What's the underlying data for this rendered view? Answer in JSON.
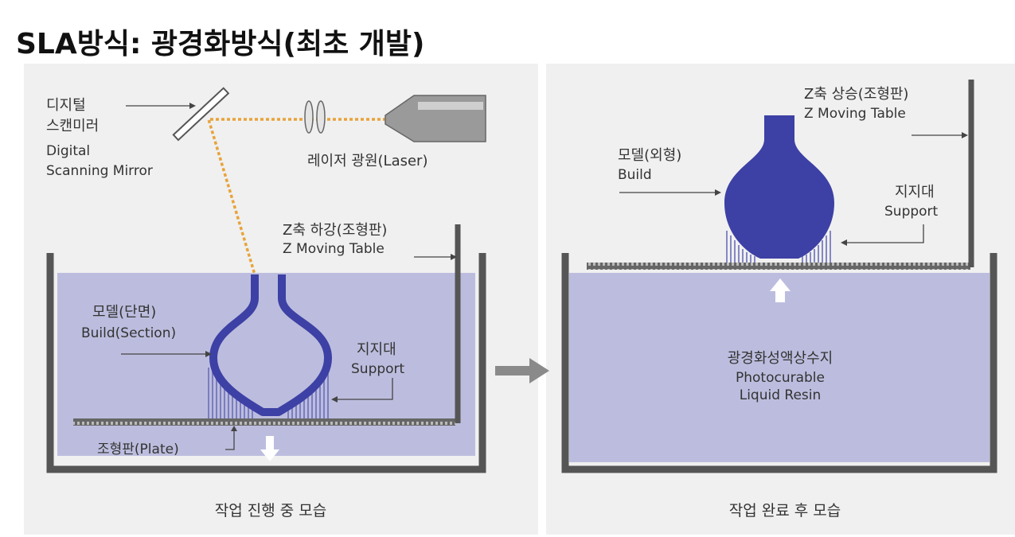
{
  "title": "SLA방식: 광경화방식(최초 개발)",
  "colors": {
    "resin": "#bcbdde",
    "build": "#3d40a4",
    "support": "#6a6db8",
    "tank": "#555555",
    "laser_beam": "#e8a33a",
    "panel_bg": "#f0f0f0",
    "arrow": "#8a8a8a"
  },
  "left_stage": {
    "mirror": {
      "ko_line1": "디지털",
      "ko_line2": "스캔미러",
      "en_line1": "Digital",
      "en_line2": "Scanning Mirror"
    },
    "laser": {
      "label": "레이저 광원(Laser)"
    },
    "z_table": {
      "ko": "Z축 하강(조형판)",
      "en": "Z Moving Table"
    },
    "build": {
      "ko": "모델(단면)",
      "en": "Build(Section)"
    },
    "support": {
      "ko": "지지대",
      "en": "Support"
    },
    "plate": {
      "ko": "조형판(Plate)"
    },
    "caption": "작업 진행 중 모습"
  },
  "right_stage": {
    "z_table": {
      "ko": "Z축 상승(조형판)",
      "en": "Z Moving Table"
    },
    "build": {
      "ko": "모델(외형)",
      "en": "Build"
    },
    "support": {
      "ko": "지지대",
      "en": "Support"
    },
    "resin": {
      "ko": "광경화성액상수지",
      "en_line1": "Photocurable",
      "en_line2": "Liquid Resin"
    },
    "caption": "작업 완료 후 모습"
  },
  "icons": {
    "transition_arrow": "right-arrow-icon",
    "down_arrow": "down-arrow-icon",
    "up_arrow": "up-arrow-icon"
  }
}
